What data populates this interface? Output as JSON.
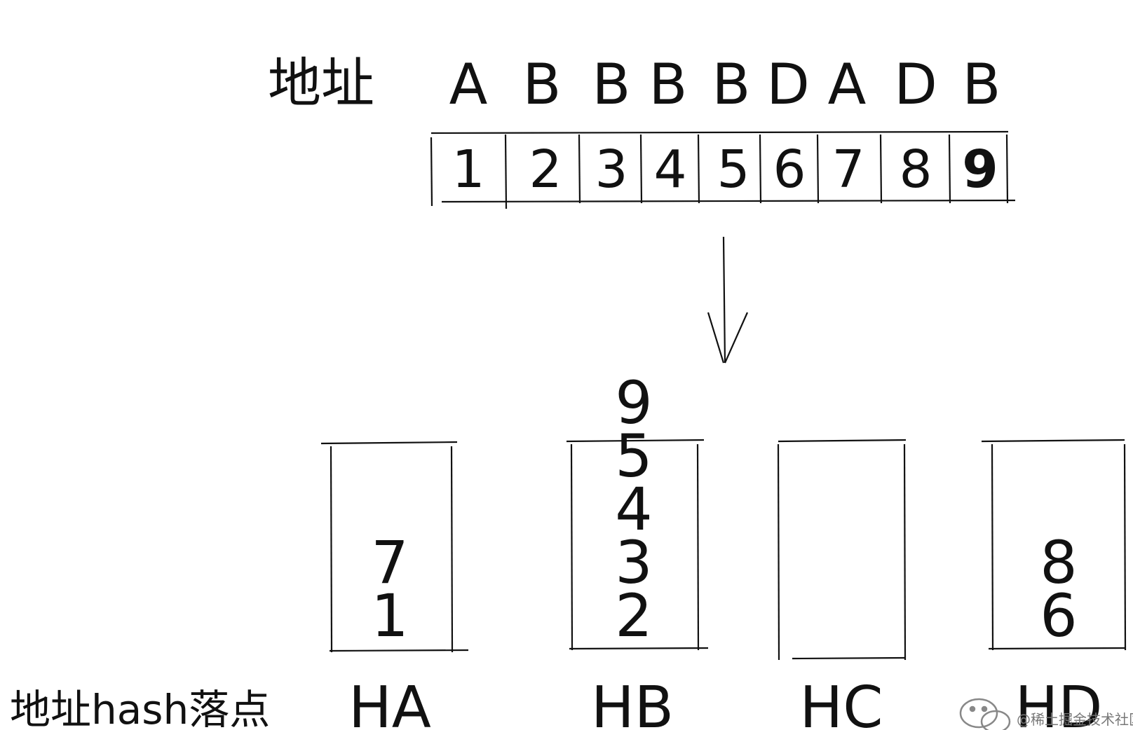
{
  "colors": {
    "ink": "#111111",
    "background": "#ffffff",
    "watermark": "#777777"
  },
  "address_label": "地址",
  "addresses": [
    "A",
    "B",
    "B",
    "B",
    "B",
    "D",
    "A",
    "D",
    "B"
  ],
  "indices": [
    "1",
    "2",
    "3",
    "4",
    "5",
    "6",
    "7",
    "8",
    "9"
  ],
  "arrow_icon": "down-arrow-icon",
  "bottom_label": "地址hash落点",
  "buckets": [
    {
      "name": "HA",
      "items": [
        "7",
        "1"
      ]
    },
    {
      "name": "HB",
      "items": [
        "9",
        "5",
        "4",
        "3",
        "2"
      ]
    },
    {
      "name": "HC",
      "items": []
    },
    {
      "name": "HD",
      "items": [
        "8",
        "6"
      ]
    }
  ],
  "watermark": {
    "icon": "wechat-icon",
    "text": "@稀土掘金技术社区"
  }
}
